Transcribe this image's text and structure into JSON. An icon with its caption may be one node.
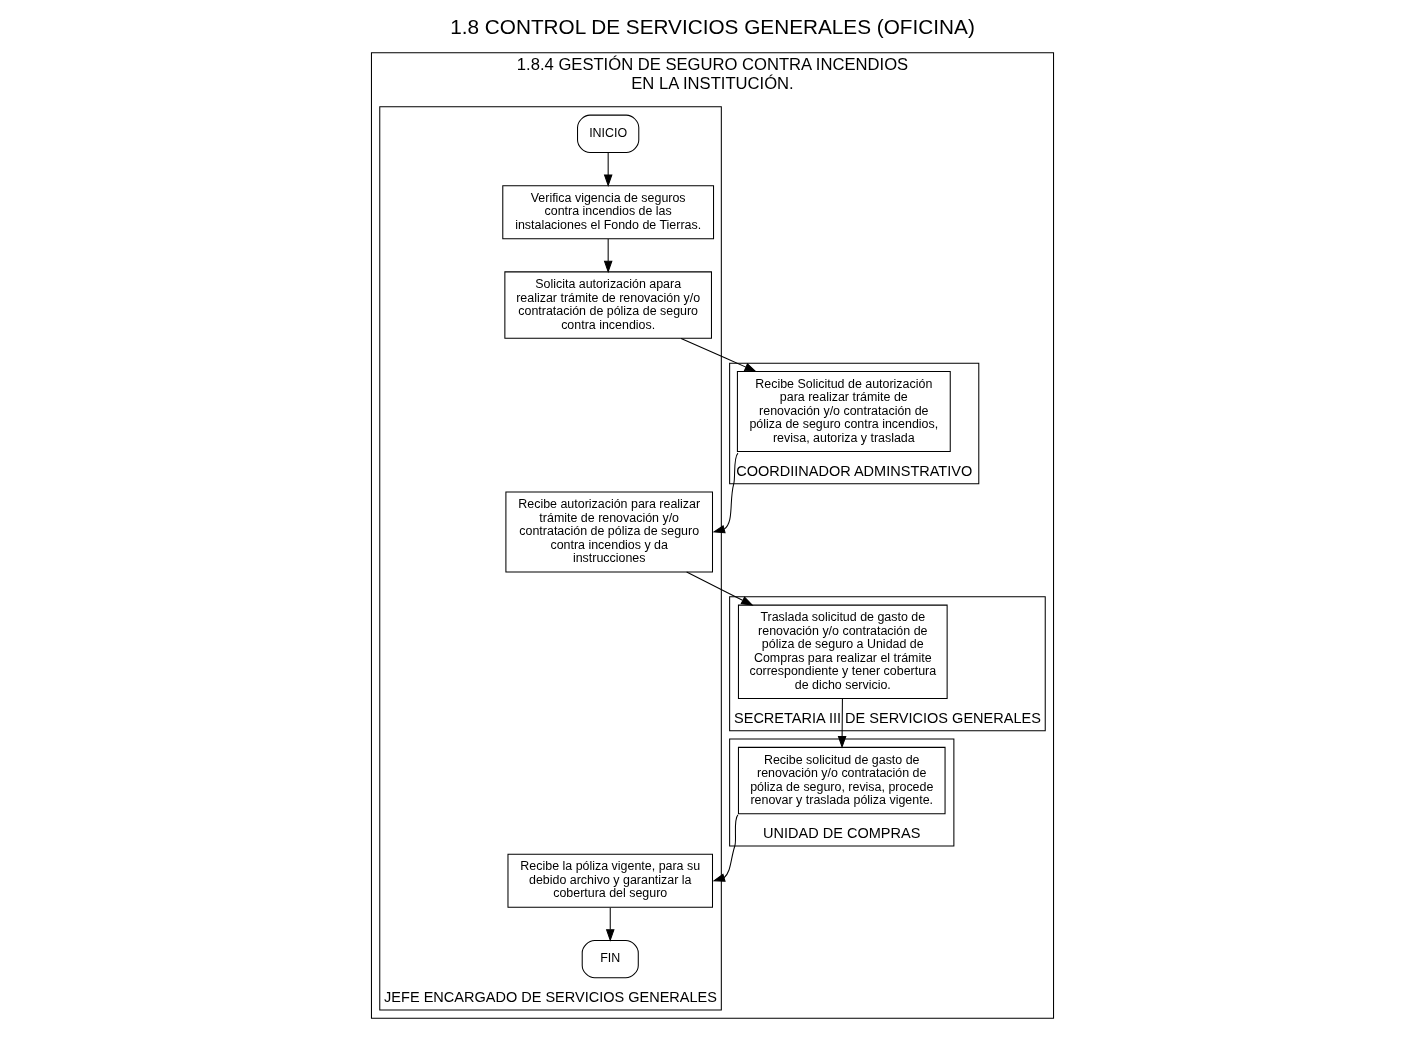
{
  "diagram": {
    "title": "1.8 CONTROL DE SERVICIOS GENERALES (OFICINA)",
    "nodes": [
      {
        "text": [
          "1.8.4 GESTIÓN DE SEGURO CONTRA INCENDIOS EN LA INSTITUCIÓN."
        ]
      },
      {
        "text": [
          "JEFE ENCARGADO DE SERVICIOS GENERALES"
        ],
        "in": 0
      },
      {
        "text": [
          "COORDIINADOR ADMINSTRATIVO"
        ],
        "in": 0
      },
      {
        "text": [
          "SECRETARIA III DE SERVICIOS GENERALES"
        ],
        "in": 0
      },
      {
        "text": [
          "UNIDAD DE COMPRAS"
        ],
        "in": 0
      },
      {
        "text": [
          "INICIO"
        ],
        "in": 1
      },
      {
        "text": [
          "Verifica vigencia de seguros contra incendios de las instalaciones el Fondo de Tierras."
        ],
        "in": 1
      },
      {
        "text": [
          "Solicita autorización apara realizar trámite de renovación y/o contratación de póliza de seguro contra incendios."
        ],
        "in": 1
      },
      {
        "text": [
          "Recibe Solicitud de autorización para realizar trámite de renovación y/o contratación de póliza de seguro contra incendios, revisa, autoriza y traslada"
        ],
        "in": 2
      },
      {
        "text": [
          "Recibe autorización para realizar trámite de renovación y/o contratación de póliza de seguro contra incendios y da instrucciones"
        ],
        "in": 1
      },
      {
        "text": [
          "Traslada solicitud de gasto de renovación y/o contratación de póliza de seguro a Unidad de Compras para realizar el trámite correspondiente y tener cobertura de dicho servicio."
        ],
        "in": 3
      },
      {
        "text": [
          "Recibe solicitud de gasto de renovación y/o contratación de póliza de seguro, revisa, procede renovar y traslada póliza vigente."
        ],
        "in": 4
      },
      {
        "text": [
          "Recibe la póliza vigente, para su debido archivo y garantizar la cobertura del seguro"
        ],
        "in": 1
      },
      {
        "text": [
          "FIN"
        ],
        "in": 1
      }
    ],
    "edges": [
      {
        "from": 5,
        "to": 6,
        "arrow": "to"
      },
      {
        "from": 6,
        "to": 7,
        "arrow": "to"
      },
      {
        "from": 7,
        "to": 8,
        "arrow": "to"
      },
      {
        "from": 8,
        "to": 9,
        "arrow": "to"
      },
      {
        "from": 9,
        "to": 10,
        "arrow": "to"
      },
      {
        "from": 10,
        "to": 11,
        "arrow": "to"
      },
      {
        "from": 11,
        "to": 12,
        "arrow": "to"
      },
      {
        "from": 12,
        "to": 13,
        "arrow": "to"
      }
    ]
  }
}
